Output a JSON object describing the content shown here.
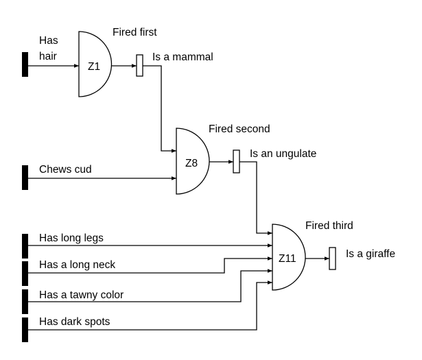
{
  "inputs": {
    "hair_line1": "Has",
    "hair_line2": "hair",
    "chews_cud": "Chews cud",
    "long_legs": "Has long legs",
    "long_neck": "Has a long neck",
    "tawny": "Has a tawny color",
    "dark_spots": "Has dark spots"
  },
  "gates": {
    "z1": {
      "label": "Z1",
      "fired": "Fired first",
      "output": "Is a mammal"
    },
    "z8": {
      "label": "Z8",
      "fired": "Fired second",
      "output": "Is an ungulate"
    },
    "z11": {
      "label": "Z11",
      "fired": "Fired third",
      "output": "Is a giraffe"
    }
  }
}
